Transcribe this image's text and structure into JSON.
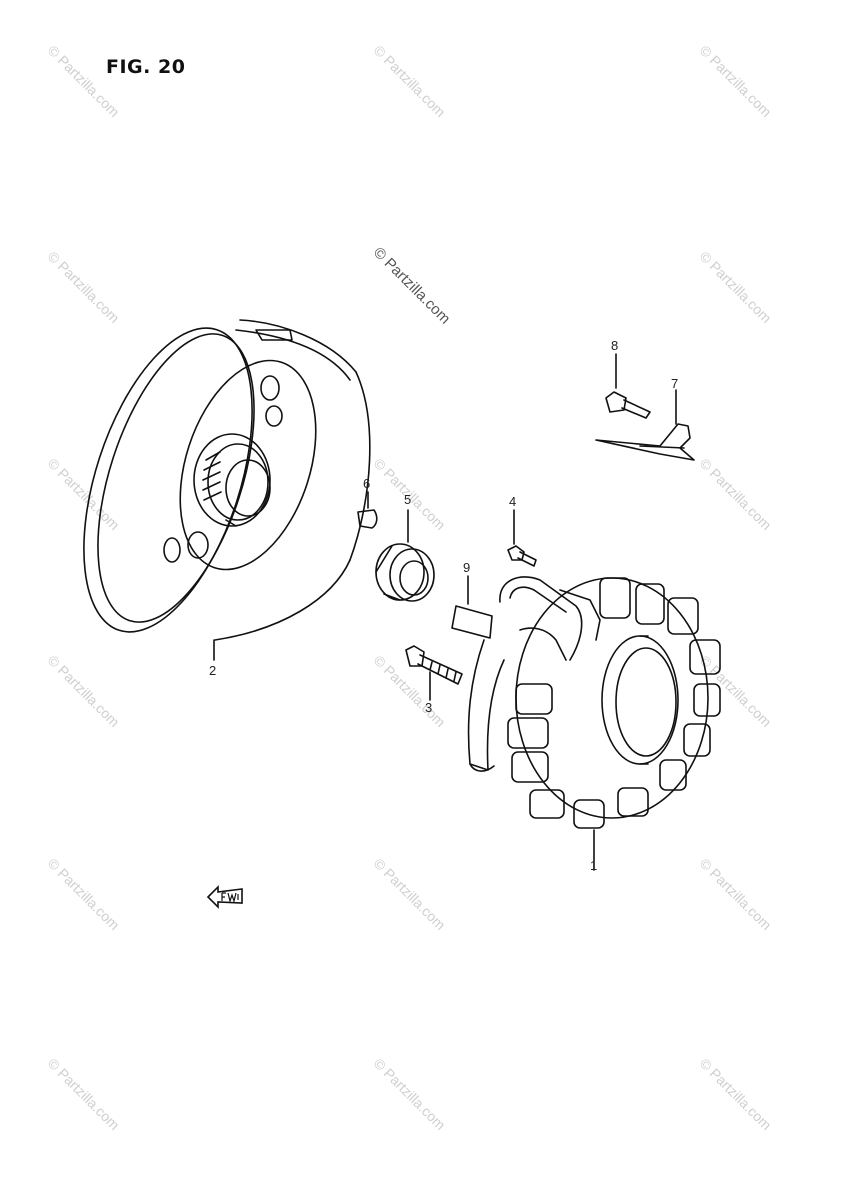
{
  "figure": {
    "title": "FIG. 20"
  },
  "watermark": {
    "text": "© Partzilla.com"
  },
  "callouts": [
    {
      "id": "c1",
      "label": "1"
    },
    {
      "id": "c2",
      "label": "2"
    },
    {
      "id": "c3",
      "label": "3"
    },
    {
      "id": "c4",
      "label": "4"
    },
    {
      "id": "c5",
      "label": "5"
    },
    {
      "id": "c6",
      "label": "6"
    },
    {
      "id": "c7",
      "label": "7"
    },
    {
      "id": "c8",
      "label": "8"
    },
    {
      "id": "c9",
      "label": "9"
    }
  ],
  "direction_marker": {
    "icon": "fwd-arrow-icon"
  },
  "colors": {
    "line": "#111111",
    "watermark": "#cfcfcf"
  }
}
